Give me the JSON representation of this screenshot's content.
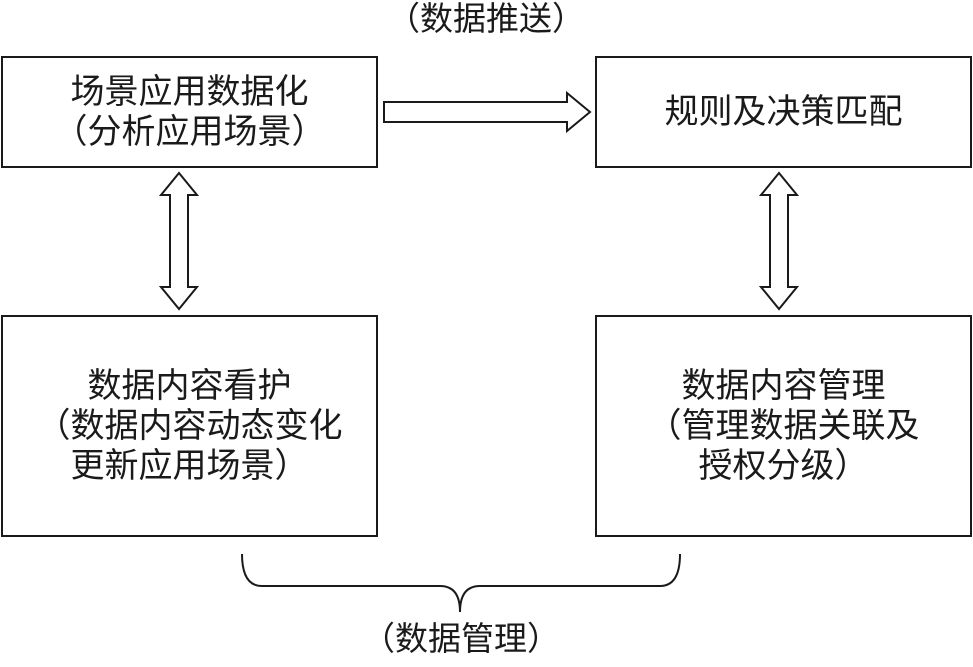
{
  "top_label": "（数据推送）",
  "bottom_label": "（数据管理）",
  "boxes": {
    "scene_dataization": {
      "line1": "场景应用数据化",
      "line2": "（分析应用场景）"
    },
    "rule_matching": {
      "line1": "规则及决策匹配"
    },
    "content_care": {
      "line1": "数据内容看护",
      "line2": "（数据内容动态变化",
      "line3": "更新应用场景）"
    },
    "content_management": {
      "line1": "数据内容管理",
      "line2": "（管理数据关联及",
      "line3": "授权分级）"
    }
  }
}
